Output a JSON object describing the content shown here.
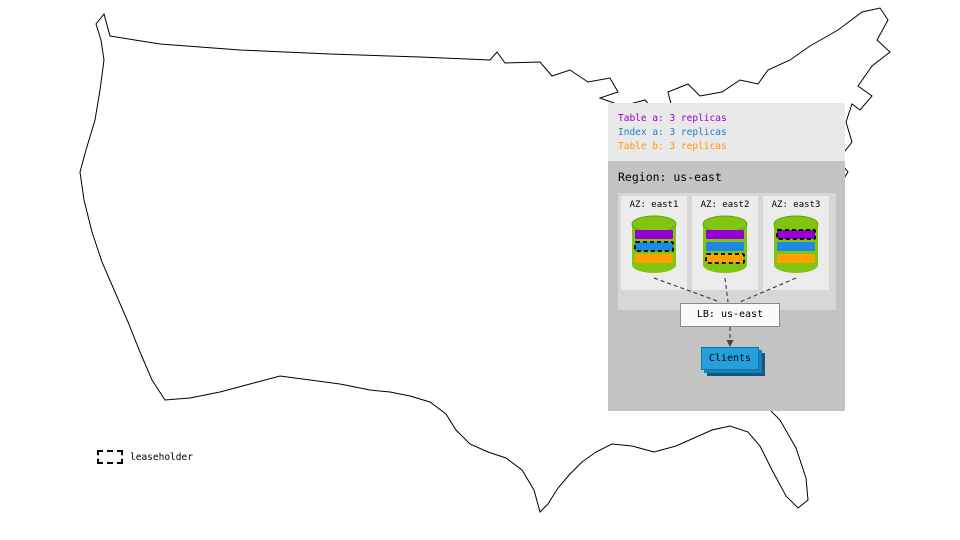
{
  "legend": {
    "items": [
      {
        "id": "table-a",
        "label": "Table a: 3 replicas",
        "color": "#9900cc"
      },
      {
        "id": "index-a",
        "label": "Index a: 3 replicas",
        "color": "#1c7ed1"
      },
      {
        "id": "table-b",
        "label": "Table b: 3 replicas",
        "color": "#ff9900"
      }
    ]
  },
  "region": {
    "title": "Region: us-east",
    "azs": [
      {
        "label": "AZ: east1",
        "leaseholder": "Index a"
      },
      {
        "label": "AZ: east2",
        "leaseholder": "Table b"
      },
      {
        "label": "AZ: east3",
        "leaseholder": "Table a"
      }
    ],
    "load_balancer": {
      "label": "LB: us-east"
    },
    "clients": {
      "label": "Clients"
    }
  },
  "map_legend": {
    "leaseholder_label": "leaseholder"
  },
  "colors": {
    "table_a_purple": "#9400d3",
    "index_a_blue": "#1e88e5",
    "table_b_orange": "#ffa000",
    "cylinder_green": "#80c610",
    "region_bg": "#c3c3c3",
    "panel_bg": "#e9e9e9",
    "clients_blue": "#25a0dc"
  }
}
